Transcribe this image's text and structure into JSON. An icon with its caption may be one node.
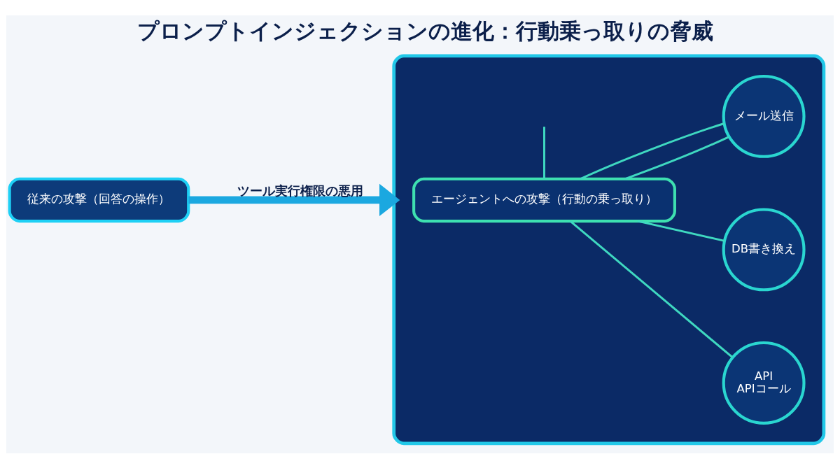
{
  "diagram": {
    "title": "プロンプトインジェクションの進化：行動乗っ取りの脅威",
    "nodes": [
      {
        "text": [],
        "shape": "box"
      },
      {
        "text": [
          "従来の攻撃（回答の操作）"
        ]
      },
      {
        "text": [
          "エージェントへの攻撃（行動の乗っ取り）"
        ],
        "in": 0
      },
      {
        "text": [
          "メール送信"
        ],
        "in": 0
      },
      {
        "text": [
          "DB書き換え"
        ],
        "in": 0
      },
      {
        "text": [
          "API",
          "APIコール"
        ],
        "in": 0
      }
    ],
    "edges": [
      {
        "from": 1,
        "to": 0,
        "arrow": "to",
        "label": "ツール実行権限の悪用",
        "style": "thick",
        "color": "#1ba8e0"
      },
      {
        "from": 2,
        "to": 3,
        "arrow": "none"
      },
      {
        "from": 2,
        "to": 3,
        "arrow": "none"
      },
      {
        "from": 2,
        "to": 4,
        "arrow": "none"
      },
      {
        "from": 2,
        "to": 5,
        "arrow": "none"
      },
      {
        "from": 2,
        "to": null,
        "arrow": "none"
      }
    ]
  }
}
